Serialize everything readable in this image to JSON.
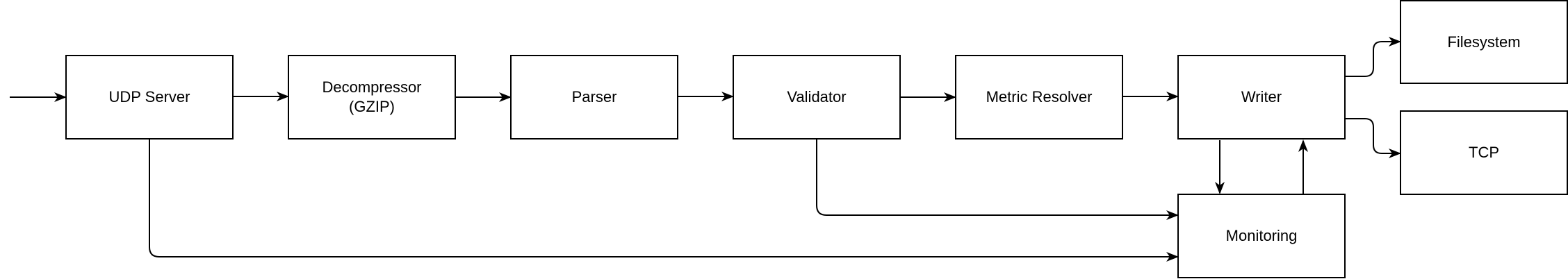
{
  "diagram": {
    "nodes": {
      "udp_server": "UDP Server",
      "decompressor_line1": "Decompressor",
      "decompressor_line2": "(GZIP)",
      "parser": "Parser",
      "validator": "Validator",
      "metric_resolver": "Metric Resolver",
      "writer": "Writer",
      "filesystem": "Filesystem",
      "tcp": "TCP",
      "monitoring": "Monitoring"
    },
    "colors": {
      "stroke": "#000000",
      "fill": "#ffffff",
      "text": "#000000"
    }
  }
}
